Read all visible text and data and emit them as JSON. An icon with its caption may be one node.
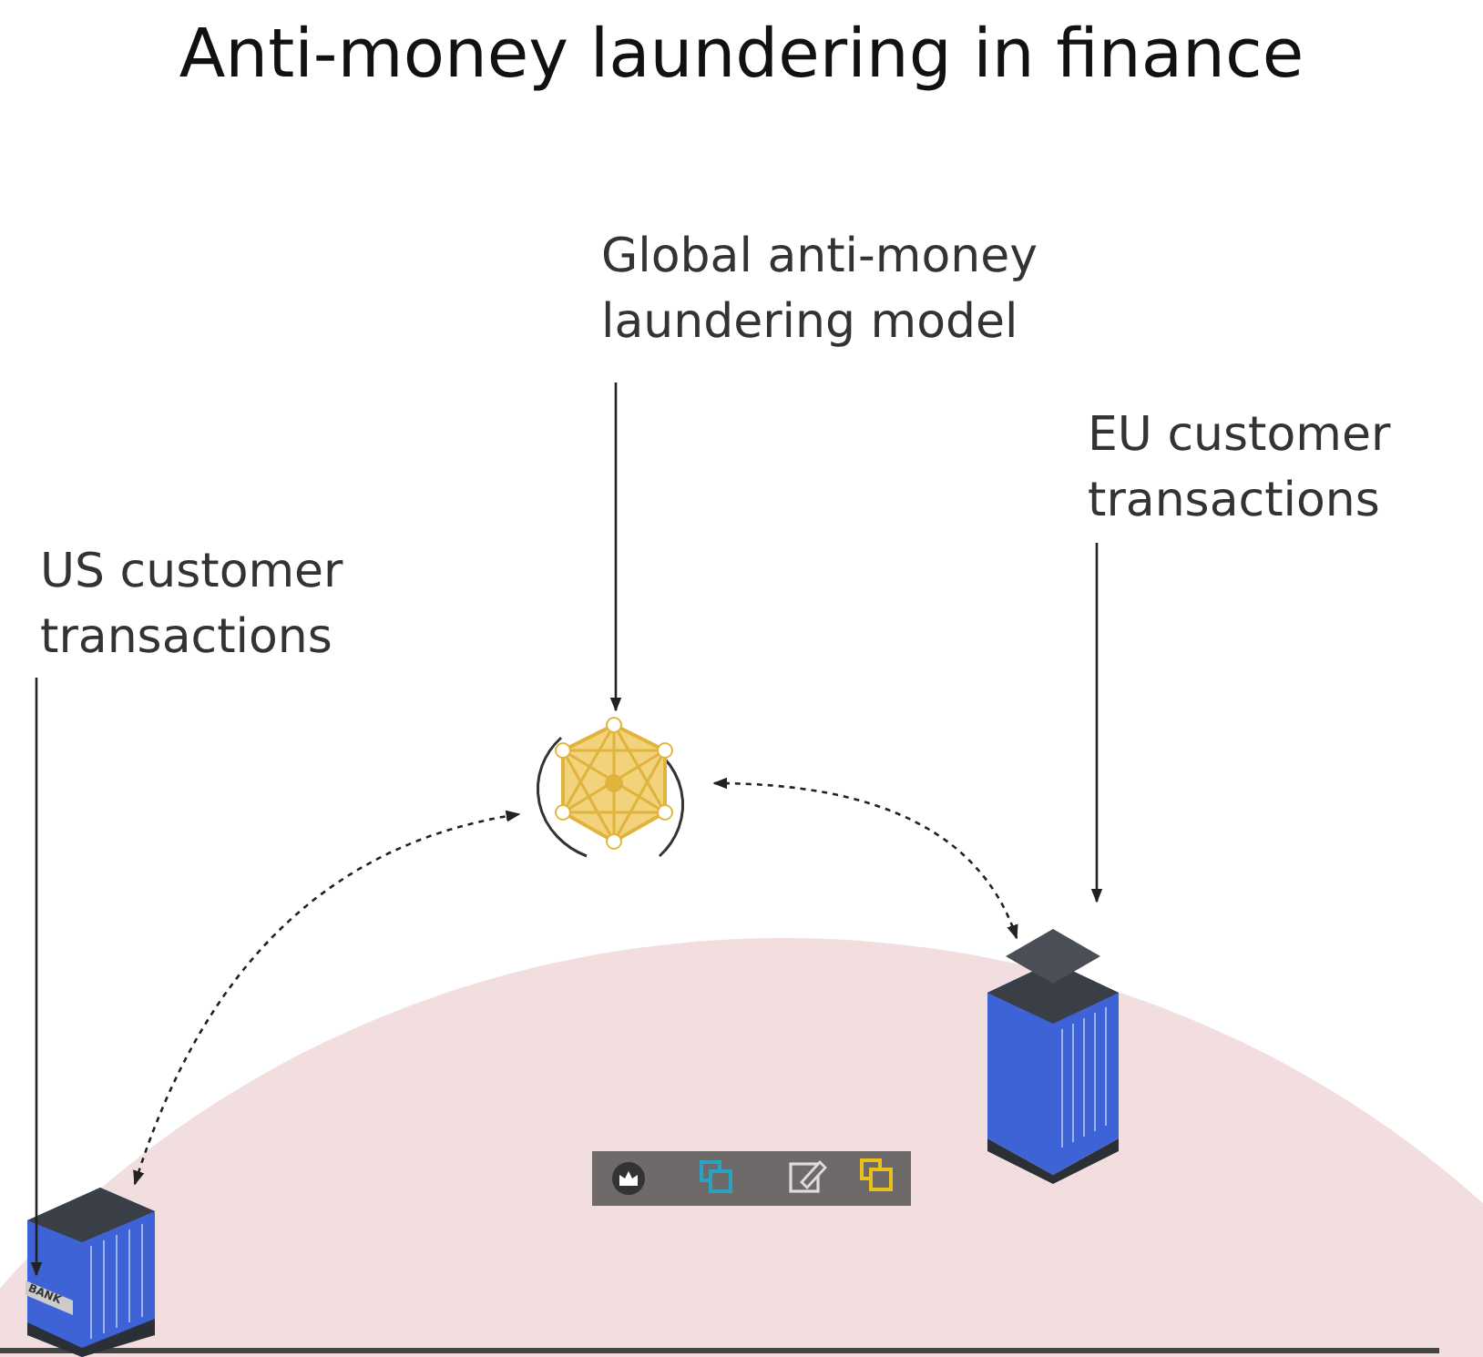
{
  "diagram": {
    "title": "Anti-money laundering in finance",
    "nodes": [
      {
        "text": [
          "Global anti-money laundering model"
        ]
      },
      {
        "text": [
          "US customer transactions"
        ]
      },
      {
        "text": [
          "EU customer transactions"
        ]
      },
      {
        "text": [],
        "shape": "picture"
      },
      {
        "text": [],
        "shape": "picture"
      },
      {
        "text": [],
        "shape": "picture"
      }
    ],
    "edges": [
      {
        "from": 0,
        "to": 3,
        "arrow": "to"
      },
      {
        "from": 1,
        "to": 4,
        "arrow": "to"
      },
      {
        "from": 2,
        "to": 5,
        "arrow": "to"
      },
      {
        "from": 4,
        "to": 3,
        "arrow": "both",
        "style": "dashed"
      },
      {
        "from": 5,
        "to": 3,
        "arrow": "both",
        "style": "dashed"
      }
    ],
    "labels": [
      "BANK"
    ]
  }
}
